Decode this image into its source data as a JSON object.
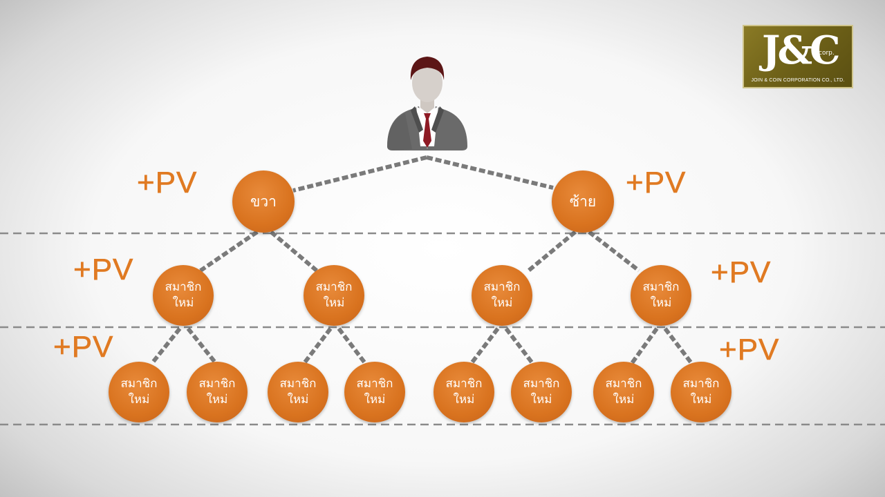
{
  "logo": {
    "mark": "J&C",
    "corp": "corp.",
    "company": "JOIN & COIN CORPORATION CO., LTD."
  },
  "pv_label": "+PV",
  "tree": {
    "left_branch": "ขวา",
    "right_branch": "ซ้าย",
    "member_line1": "สมาชิก",
    "member_line2": "ใหม่"
  },
  "colors": {
    "node": "#d9731f",
    "pv_text": "#e07a22",
    "connector": "#7a7a7a",
    "level_divider": "#8a8a8a",
    "logo_bg": "#6e6118"
  },
  "icons": [
    "person-icon"
  ]
}
